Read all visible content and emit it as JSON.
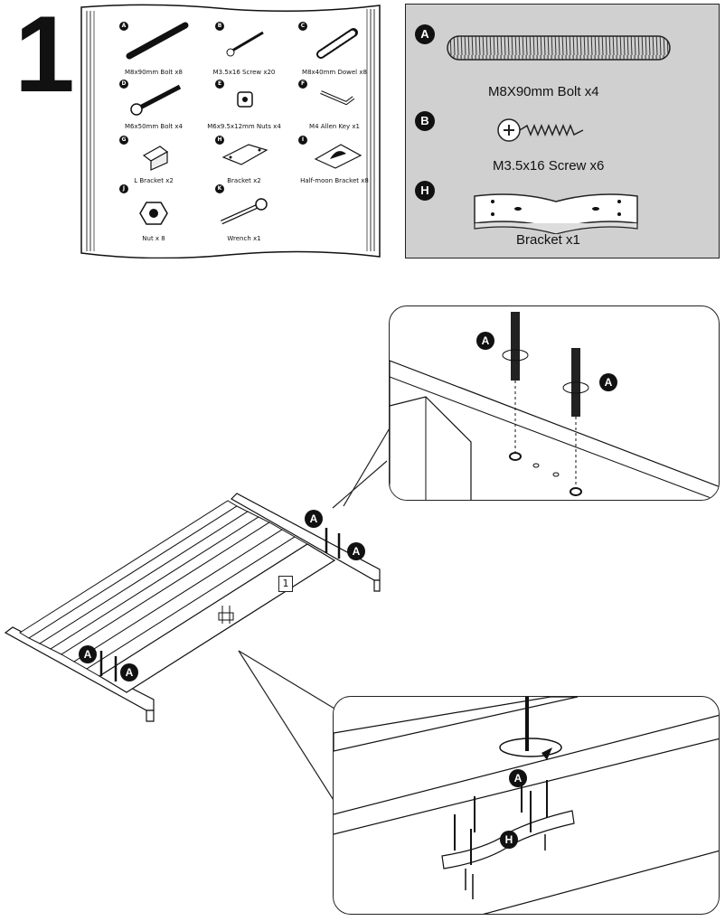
{
  "step": {
    "number": "1"
  },
  "parts_sheet": {
    "items": [
      {
        "letter": "A",
        "label": "M8x90mm Bolt x8"
      },
      {
        "letter": "B",
        "label": "M3.5x16 Screw x20"
      },
      {
        "letter": "C",
        "label": "M8x40mm Dowel x8"
      },
      {
        "letter": "D",
        "label": "M6x50mm Bolt x4"
      },
      {
        "letter": "E",
        "label": "M6x9.5x12mm Nuts x4"
      },
      {
        "letter": "F",
        "label": "M4 Allen Key x1"
      },
      {
        "letter": "G",
        "label": "L Bracket x2"
      },
      {
        "letter": "H",
        "label": "Bracket x2"
      },
      {
        "letter": "I",
        "label": "Half-moon Bracket x8"
      },
      {
        "letter": "J",
        "label": "Nut x 8"
      },
      {
        "letter": "K",
        "label": "Wrench x1"
      }
    ]
  },
  "zoom_parts": {
    "items": [
      {
        "letter": "A",
        "label": "M8X90mm Bolt x4"
      },
      {
        "letter": "B",
        "label": "M3.5x16 Screw x6"
      },
      {
        "letter": "H",
        "label": "Bracket x1"
      }
    ]
  },
  "assembly": {
    "panel_label": "1",
    "callout_letter": "A",
    "bracket_letter": "H"
  }
}
